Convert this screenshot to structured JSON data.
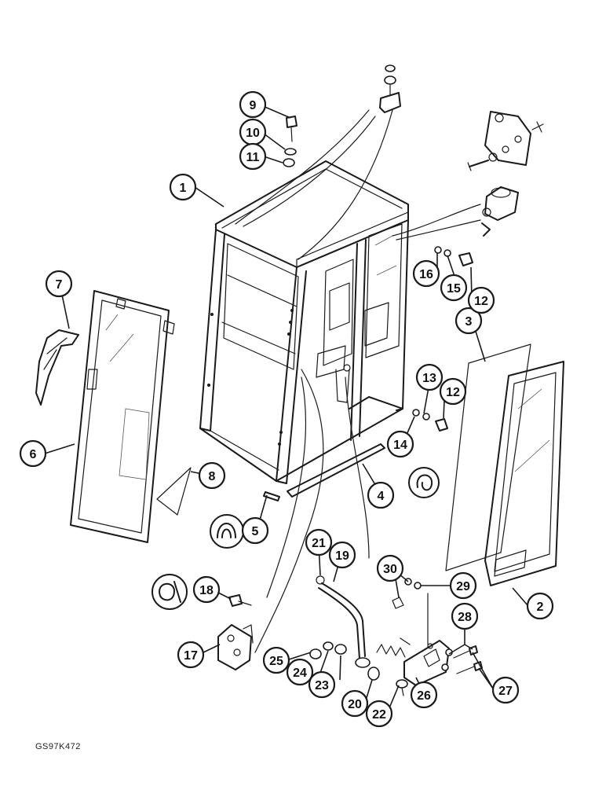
{
  "figure_code": "GS97K472",
  "callouts": [
    "1",
    "2",
    "3",
    "4",
    "5",
    "6",
    "7",
    "8",
    "9",
    "10",
    "11",
    "12",
    "12",
    "13",
    "14",
    "15",
    "16",
    "17",
    "18",
    "19",
    "20",
    "21",
    "22",
    "23",
    "24",
    "25",
    "26",
    "27",
    "28",
    "29",
    "30"
  ]
}
